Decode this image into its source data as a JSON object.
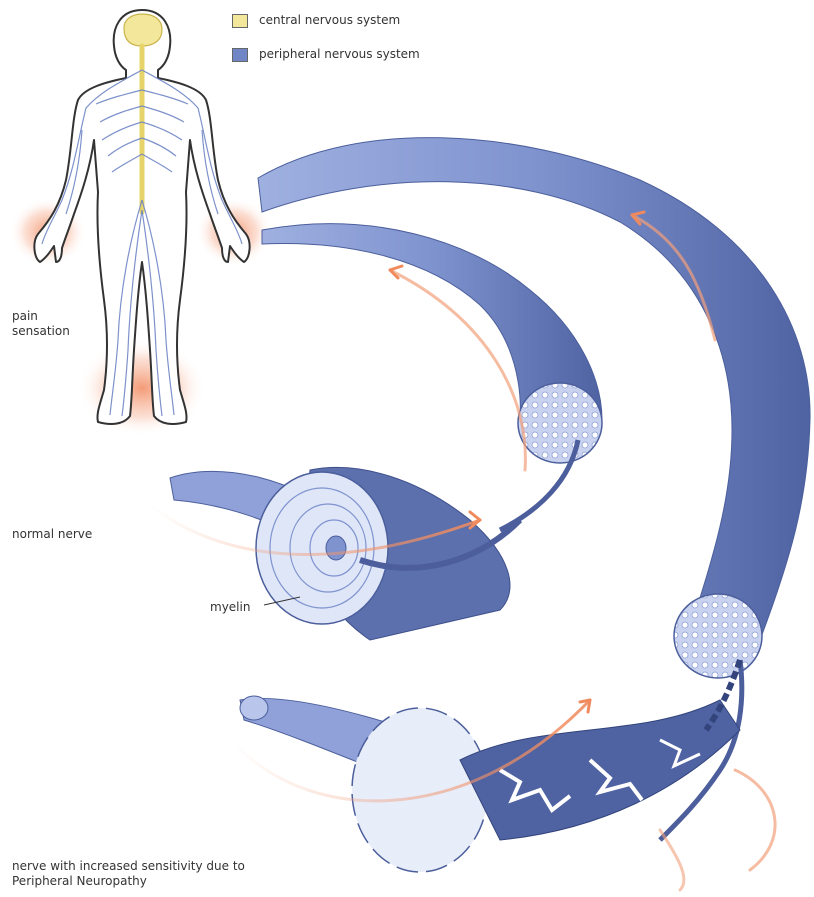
{
  "legend": {
    "items": [
      {
        "label": "central nervous system",
        "color": "#f2e79a"
      },
      {
        "label": "peripheral nervous system",
        "color": "#6f86c6"
      }
    ]
  },
  "labels": {
    "pain": [
      "pain",
      "sensation"
    ],
    "normal_nerve": "normal nerve",
    "myelin": "myelin",
    "neuropathy": [
      "nerve with increased sensitivity due to",
      "Peripheral Neuropathy"
    ]
  },
  "colors": {
    "nerve_main": "#7f93cf",
    "nerve_dark": "#4c5f9c",
    "nerve_light": "#b9c5ea",
    "pain_glow": "#f08a5d",
    "arrow": "#f2a07b",
    "cns": "#f2e79a"
  }
}
